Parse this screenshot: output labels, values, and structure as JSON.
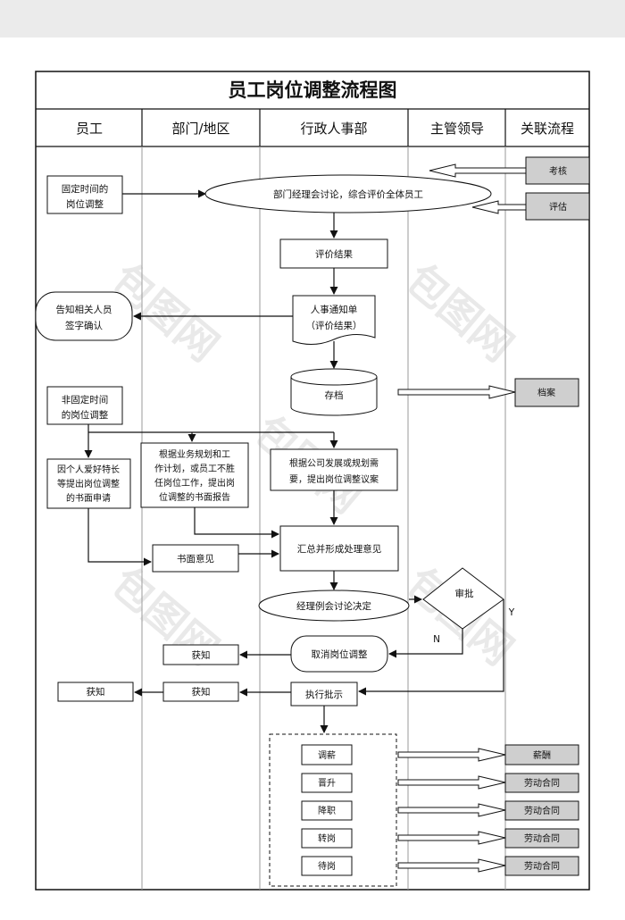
{
  "title": "员工岗位调整流程图",
  "lanes": [
    "员工",
    "部门/地区",
    "行政人事部",
    "主管领导",
    "关联流程"
  ],
  "nodes": {
    "fixed_time": [
      "固定时间的",
      "岗位调整"
    ],
    "dept_meeting": "部门经理会讨论，综合评价全体员工",
    "kaohe": "考核",
    "pinggu": "评估",
    "eval_result": "评价结果",
    "notice": [
      "人事通知单",
      "（评价结果）"
    ],
    "inform_sign": [
      "告知相关人员",
      "签字确认"
    ],
    "archive_store": "存档",
    "archive": "档案",
    "non_fixed": [
      "非固定时间",
      "的岗位调整"
    ],
    "personal_request": [
      "因个人爱好特长",
      "等提出岗位调整",
      "的书面申请"
    ],
    "dept_report": [
      "根据业务规划和工",
      "作计划，或员工不胜",
      "任岗位工作，提出岗",
      "位调整的书面报告"
    ],
    "company_proposal": [
      "根据公司发展或规划需",
      "要，提出岗位调整议案"
    ],
    "written_opinion": "书面意见",
    "summary": "汇总并形成处理意见",
    "gm_meeting": "经理例会讨论决定",
    "approve": "审批",
    "yes": "Y",
    "no": "N",
    "cancel": "取消岗位调整",
    "informed_dept_1": "获知",
    "execute": "执行批示",
    "informed_dept_2": "获知",
    "informed_emp": "获知",
    "actions": [
      "调薪",
      "晋升",
      "降职",
      "转岗",
      "待岗"
    ],
    "related": [
      "薪酬",
      "劳动合同",
      "劳动合同",
      "劳动合同",
      "劳动合同"
    ]
  },
  "watermark": "包图网",
  "colors": {
    "related_fill": "#cfcfcf",
    "line": "#111111",
    "topbar": "#ebebeb"
  }
}
